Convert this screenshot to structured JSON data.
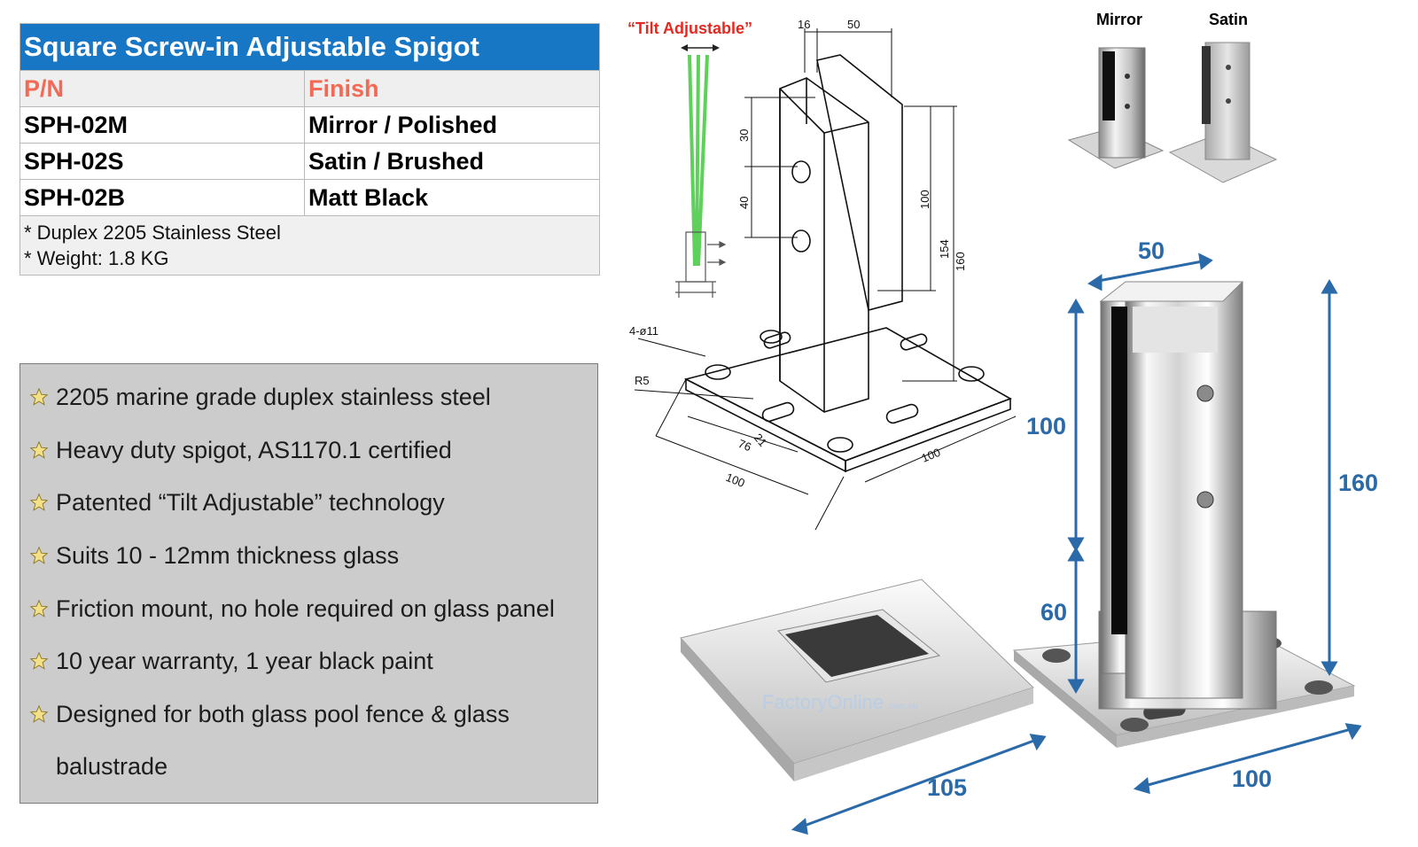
{
  "table": {
    "title": "Square Screw-in Adjustable Spigot",
    "headers": [
      "P/N",
      "Finish"
    ],
    "rows": [
      {
        "pn": "SPH-02M",
        "finish": "Mirror / Polished"
      },
      {
        "pn": "SPH-02S",
        "finish": "Satin / Brushed"
      },
      {
        "pn": "SPH-02B",
        "finish": "Matt Black"
      }
    ],
    "notes": [
      "* Duplex 2205 Stainless Steel",
      "* Weight: 1.8 KG"
    ]
  },
  "features": [
    "2205 marine grade duplex stainless steel",
    "Heavy duty spigot, AS1170.1 certified",
    "Patented “Tilt Adjustable” technology",
    "Suits 10 - 12mm thickness glass",
    "Friction mount, no hole required on glass panel",
    "10 year warranty, 1 year black paint",
    "Designed for both glass pool fence & glass",
    "balustrade"
  ],
  "drawing": {
    "tilt_label": "“Tilt Adjustable”",
    "dims": {
      "d16": "16",
      "d50": "50",
      "d30": "30",
      "d40": "40",
      "d100v": "100",
      "d154": "154",
      "d160": "160",
      "holes": "4-ø11",
      "r5": "R5",
      "d21": "21",
      "d76": "76",
      "d100a": "100",
      "d100b": "100"
    }
  },
  "finishes": {
    "mirror": "Mirror",
    "satin": "Satin"
  },
  "photo": {
    "dims": {
      "top": "50",
      "upper": "100",
      "lower": "60",
      "height": "160",
      "cover": "105",
      "base": "100"
    },
    "watermark": "FactoryOnline",
    "watermark_domain": ".com.au"
  },
  "colors": {
    "title_bg": "#1877c5",
    "header_text": "#f26a55",
    "dim_blue": "#2b6aa8",
    "tilt_red": "#e8281f",
    "tilt_green": "#5fd05c"
  }
}
